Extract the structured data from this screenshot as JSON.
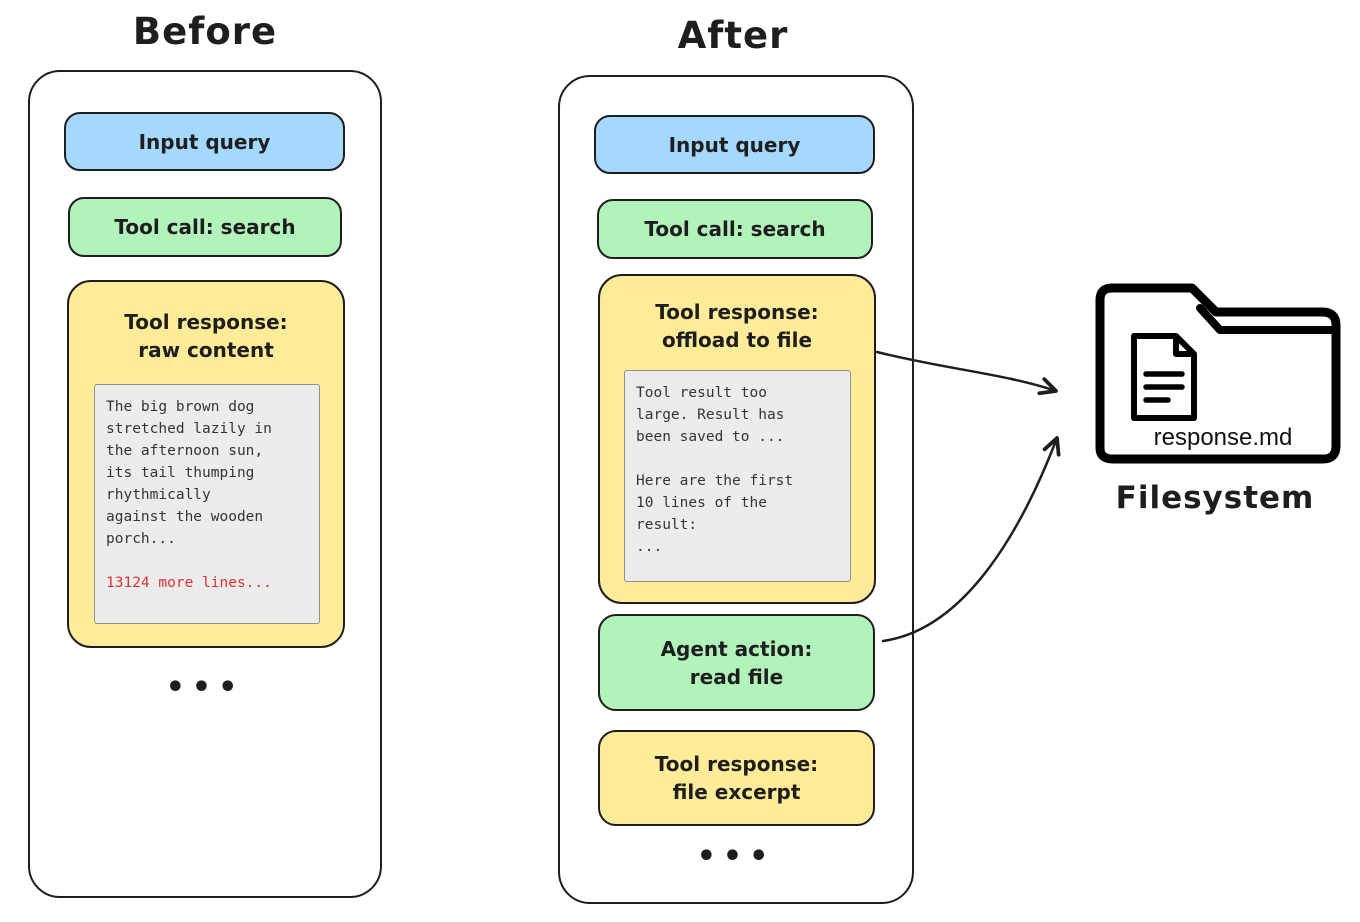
{
  "colors": {
    "blue_fill": "#a5d8ff",
    "green_fill": "#b2f2bb",
    "yellow_fill": "#ffec99",
    "code_background": "#ececec",
    "outline": "#1e1e1e",
    "red_text": "#e03131"
  },
  "titles": {
    "before": "Before",
    "after": "After"
  },
  "before": {
    "input_query": "Input query",
    "tool_call": "Tool call: search",
    "tool_response": {
      "line1": "Tool response:",
      "line2": "raw content"
    },
    "raw_content_lines": [
      "The big brown dog",
      "stretched lazily in",
      "the afternoon sun,",
      "its tail thumping",
      "rhythmically",
      "against the wooden",
      "porch..."
    ],
    "more_lines": "13124 more lines...",
    "ellipsis": "•••"
  },
  "after": {
    "input_query": "Input query",
    "tool_call": "Tool call: search",
    "offload": {
      "line1": "Tool response:",
      "line2": "offload to file"
    },
    "offload_lines": [
      "Tool result too",
      "large. Result has",
      "been saved to ...",
      "",
      "Here are the first",
      "10 lines of the",
      "result:",
      "..."
    ],
    "agent_action": {
      "line1": "Agent action:",
      "line2": "read file"
    },
    "file_excerpt": {
      "line1": "Tool response:",
      "line2": "file excerpt"
    },
    "ellipsis": "•••"
  },
  "filesystem": {
    "filename": "response.md",
    "label": "Filesystem"
  }
}
